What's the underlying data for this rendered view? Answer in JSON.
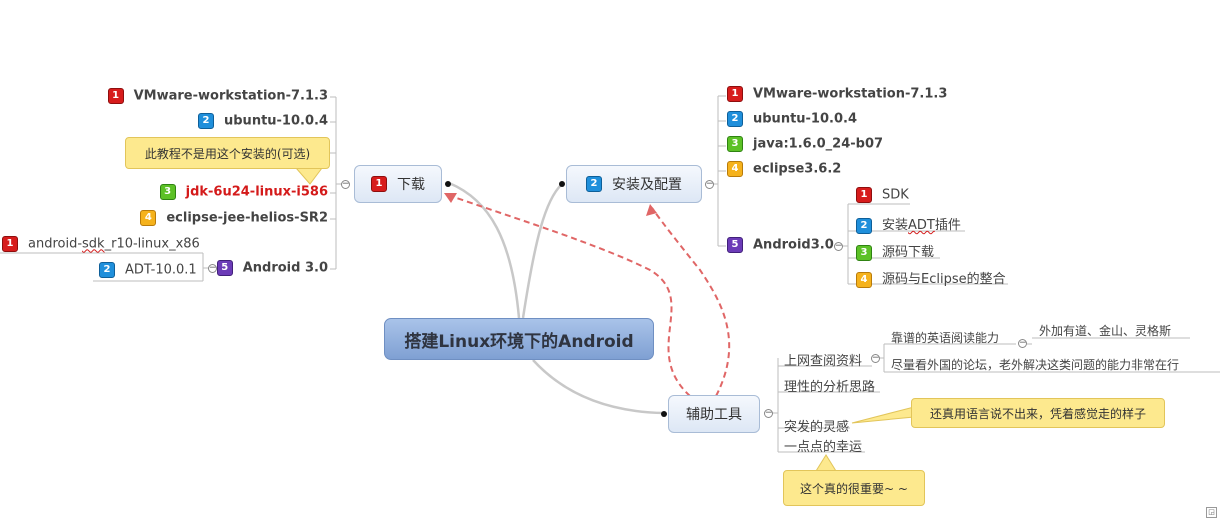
{
  "central": "搭建Linux环境下的Android",
  "download": {
    "title": "下载",
    "title_badge": "1",
    "items": [
      {
        "badge": "1",
        "label": "VMware-workstation-7.1.3"
      },
      {
        "badge": "2",
        "label": "ubuntu-10.0.4"
      },
      {
        "badge": "3",
        "label": "jdk-6u24-linux-i586"
      },
      {
        "badge": "4",
        "label": "eclipse-jee-helios-SR2"
      },
      {
        "badge": "5",
        "label": "Android 3.0"
      }
    ],
    "note": "此教程不是用这个安装的(可选)",
    "android_children": [
      {
        "badge": "1",
        "label": "android-sdk_r10-linux_x86",
        "label_a": "android-",
        "label_b": "sdk",
        "label_c": "_r10-linux_x86"
      },
      {
        "badge": "2",
        "label": "ADT-10.0.1"
      }
    ]
  },
  "install": {
    "title": "安装及配置",
    "title_badge": "2",
    "items": [
      {
        "badge": "1",
        "label": "VMware-workstation-7.1.3"
      },
      {
        "badge": "2",
        "label": "ubuntu-10.0.4"
      },
      {
        "badge": "3",
        "label": "java:1.6.0_24-b07"
      },
      {
        "badge": "4",
        "label": "eclipse3.6.2"
      },
      {
        "badge": "5",
        "label": "Android3.0"
      }
    ],
    "android_children": [
      {
        "badge": "1",
        "label": "SDK"
      },
      {
        "badge": "2",
        "label": "安装ADT插件",
        "label_a": "安装",
        "label_b": "ADT",
        "label_c": "插件"
      },
      {
        "badge": "3",
        "label": "源码下载"
      },
      {
        "badge": "4",
        "label": "源码与Eclipse的整合"
      }
    ]
  },
  "tools": {
    "title": "辅助工具",
    "items": [
      {
        "label": "上网查阅资料"
      },
      {
        "label": "理性的分析思路"
      },
      {
        "label": "突发的灵感"
      },
      {
        "label": "一点点的幸运"
      }
    ],
    "research_children": [
      {
        "label": "靠谱的英语阅读能力"
      },
      {
        "label": "尽量看外国的论坛，老外解决这类问题的能力非常在行"
      }
    ],
    "english_children": [
      {
        "label": "外加有道、金山、灵格斯"
      }
    ],
    "inspiration_note": "还真用语言说不出来，凭着感觉走的样子",
    "luck_note": "这个真的很重要~ ~"
  },
  "colors": {
    "central_fill": "#8eaee0",
    "relationship": "#e06666",
    "note_fill": "#fde98e"
  }
}
